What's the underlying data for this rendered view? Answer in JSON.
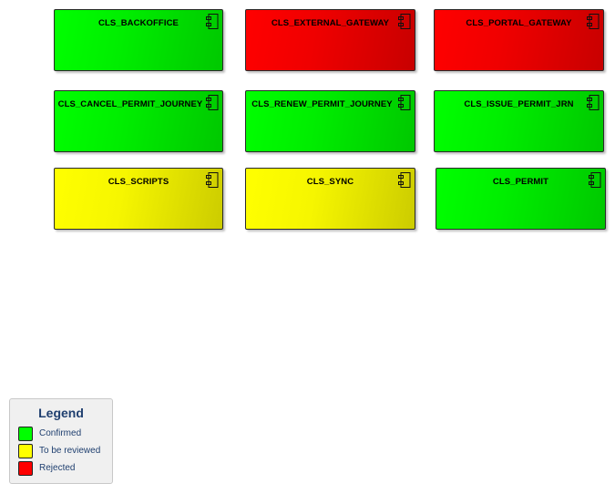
{
  "status_colors": {
    "confirmed": "#00ee00",
    "to_be_reviewed": "#ffff00",
    "rejected": "#ff0000"
  },
  "components": [
    {
      "name": "CLS_BACKOFFICE",
      "status": "confirmed",
      "icon": "component-icon"
    },
    {
      "name": "CLS_EXTERNAL_GATEWAY",
      "status": "rejected",
      "icon": "component-icon"
    },
    {
      "name": "CLS_PORTAL_GATEWAY",
      "status": "rejected",
      "icon": "component-icon"
    },
    {
      "name": "CLS_CANCEL_PERMIT_JOURNEY",
      "status": "confirmed",
      "icon": "component-icon"
    },
    {
      "name": "CLS_RENEW_PERMIT_JOURNEY",
      "status": "confirmed",
      "icon": "component-icon"
    },
    {
      "name": "CLS_ISSUE_PERMIT_JRN",
      "status": "confirmed",
      "icon": "component-icon"
    },
    {
      "name": "CLS_SCRIPTS",
      "status": "to_be_reviewed",
      "icon": "component-icon"
    },
    {
      "name": "CLS_SYNC",
      "status": "to_be_reviewed",
      "icon": "component-icon"
    },
    {
      "name": "CLS_PERMIT",
      "status": "confirmed",
      "icon": "component-icon"
    }
  ],
  "legend": {
    "title": "Legend",
    "items": [
      {
        "label": "Confirmed",
        "color": "#00ff00"
      },
      {
        "label": "To be reviewed",
        "color": "#ffff00"
      },
      {
        "label": "Rejected",
        "color": "#ff0000"
      }
    ]
  }
}
